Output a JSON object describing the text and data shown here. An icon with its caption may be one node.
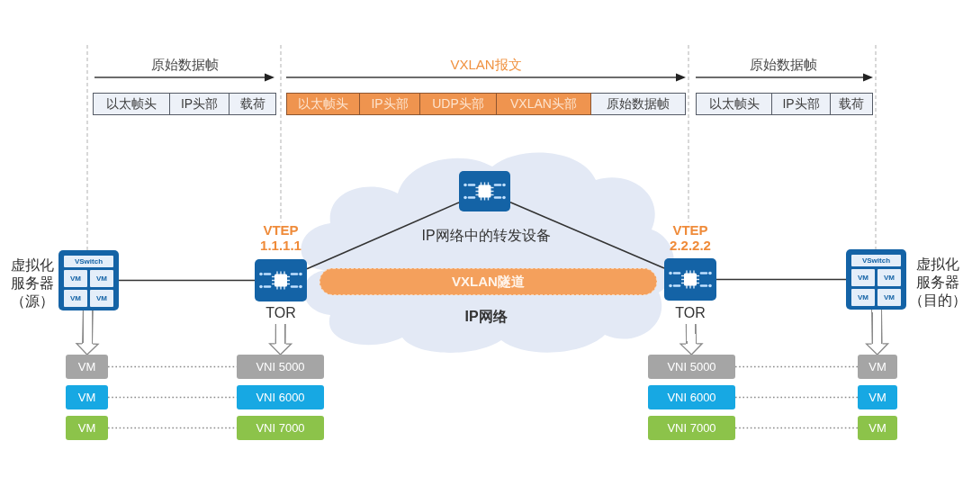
{
  "diagram": {
    "nodes": [
      {
        "text": [
          "以太帧头"
        ]
      },
      {
        "text": [
          "IP头部"
        ]
      },
      {
        "text": [
          "载荷"
        ]
      },
      {
        "text": [
          "以太帧头"
        ]
      },
      {
        "text": [
          "IP头部"
        ]
      },
      {
        "text": [
          "UDP头部"
        ]
      },
      {
        "text": [
          "VXLAN头部"
        ]
      },
      {
        "text": [
          "原始数据帧"
        ]
      },
      {
        "text": [
          "以太帧头"
        ]
      },
      {
        "text": [
          "IP头部"
        ]
      },
      {
        "text": [
          "载荷"
        ]
      },
      {
        "text": [
          "虚拟化服务器（源）"
        ]
      },
      {
        "text": [
          "VSwitch"
        ],
        "in": 11
      },
      {
        "text": [
          "VM"
        ],
        "in": 11
      },
      {
        "text": [
          "VM"
        ],
        "in": 11
      },
      {
        "text": [
          "VM"
        ],
        "in": 11
      },
      {
        "text": [
          "VM"
        ],
        "in": 11
      },
      {
        "text": [
          "VTEP 1.1.1.1",
          "TOR"
        ]
      },
      {
        "text": [
          "IP网络"
        ]
      },
      {
        "text": [],
        "shape": "picture",
        "beside": [
          "IP网络中的转发设备"
        ],
        "in": 18
      },
      {
        "text": [
          "VXLAN隧道"
        ],
        "in": 18
      },
      {
        "text": [
          "VTEP 2.2.2.2",
          "TOR"
        ]
      },
      {
        "text": [
          "虚拟化服务器（目的）"
        ]
      },
      {
        "text": [
          "VSwitch"
        ],
        "in": 22
      },
      {
        "text": [
          "VM"
        ],
        "in": 22
      },
      {
        "text": [
          "VM"
        ],
        "in": 22
      },
      {
        "text": [
          "VM"
        ],
        "in": 22
      },
      {
        "text": [
          "VM"
        ],
        "in": 22
      },
      {
        "text": [
          "VM"
        ]
      },
      {
        "text": [
          "VNI 5000"
        ]
      },
      {
        "text": [
          "VNI 5000"
        ]
      },
      {
        "text": [
          "VM"
        ]
      },
      {
        "text": [
          "VM"
        ]
      },
      {
        "text": [
          "VNI 6000"
        ]
      },
      {
        "text": [
          "VNI 6000"
        ]
      },
      {
        "text": [
          "VM"
        ]
      },
      {
        "text": [
          "VM"
        ]
      },
      {
        "text": [
          "VNI 7000"
        ]
      },
      {
        "text": [
          "VNI 7000"
        ]
      },
      {
        "text": [
          "VM"
        ]
      }
    ],
    "edges": [
      {
        "from": 11,
        "to": 17,
        "arrow": "none",
        "color": "#333333"
      },
      {
        "from": 17,
        "to": 19,
        "arrow": "none",
        "color": "#333333"
      },
      {
        "from": 19,
        "to": 21,
        "arrow": "none",
        "color": "#333333"
      },
      {
        "from": 21,
        "to": 22,
        "arrow": "none",
        "color": "#333333"
      },
      {
        "from": 11,
        "to": 28,
        "arrow": "to"
      },
      {
        "from": 17,
        "to": 29,
        "arrow": "to"
      },
      {
        "from": 21,
        "to": 30,
        "arrow": "to"
      },
      {
        "from": 22,
        "to": 31,
        "arrow": "to"
      },
      {
        "from": 28,
        "to": 29,
        "arrow": "none",
        "style": "dashed"
      },
      {
        "from": 30,
        "to": 31,
        "arrow": "none",
        "style": "dashed"
      },
      {
        "from": 32,
        "to": 33,
        "arrow": "none",
        "style": "dashed"
      },
      {
        "from": 34,
        "to": 35,
        "arrow": "none",
        "style": "dashed"
      },
      {
        "from": 36,
        "to": 37,
        "arrow": "none",
        "style": "dashed"
      },
      {
        "from": 38,
        "to": 39,
        "arrow": "none",
        "style": "dashed"
      }
    ],
    "labels": [
      "原始数据帧",
      "VXLAN报文",
      "原始数据帧"
    ]
  }
}
